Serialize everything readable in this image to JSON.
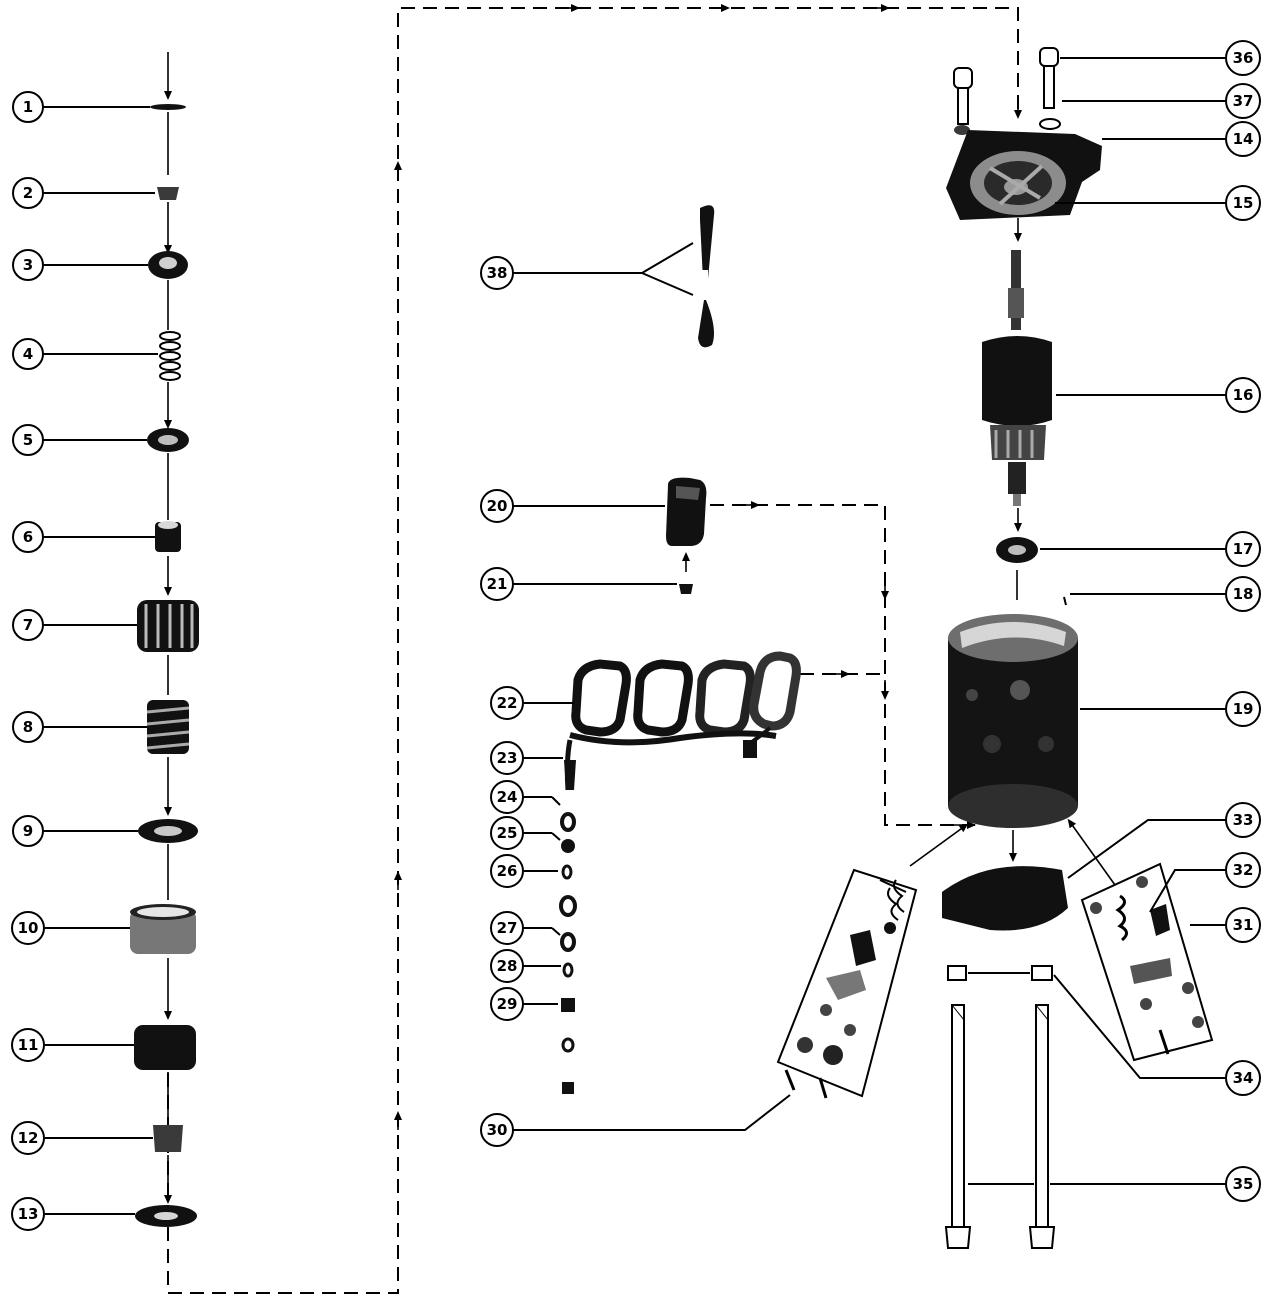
{
  "callouts": {
    "left": [
      "1",
      "2",
      "3",
      "4",
      "5",
      "6",
      "7",
      "8",
      "9",
      "10",
      "11",
      "12",
      "13"
    ],
    "middle": [
      "38",
      "20",
      "21",
      "22",
      "23",
      "24",
      "25",
      "26",
      "27",
      "28",
      "29",
      "30"
    ],
    "right": [
      "36",
      "37",
      "14",
      "15",
      "16",
      "17",
      "18",
      "19",
      "33",
      "32",
      "31",
      "34",
      "35"
    ]
  },
  "colors": {
    "ink": "#000000",
    "paper": "#ffffff"
  }
}
